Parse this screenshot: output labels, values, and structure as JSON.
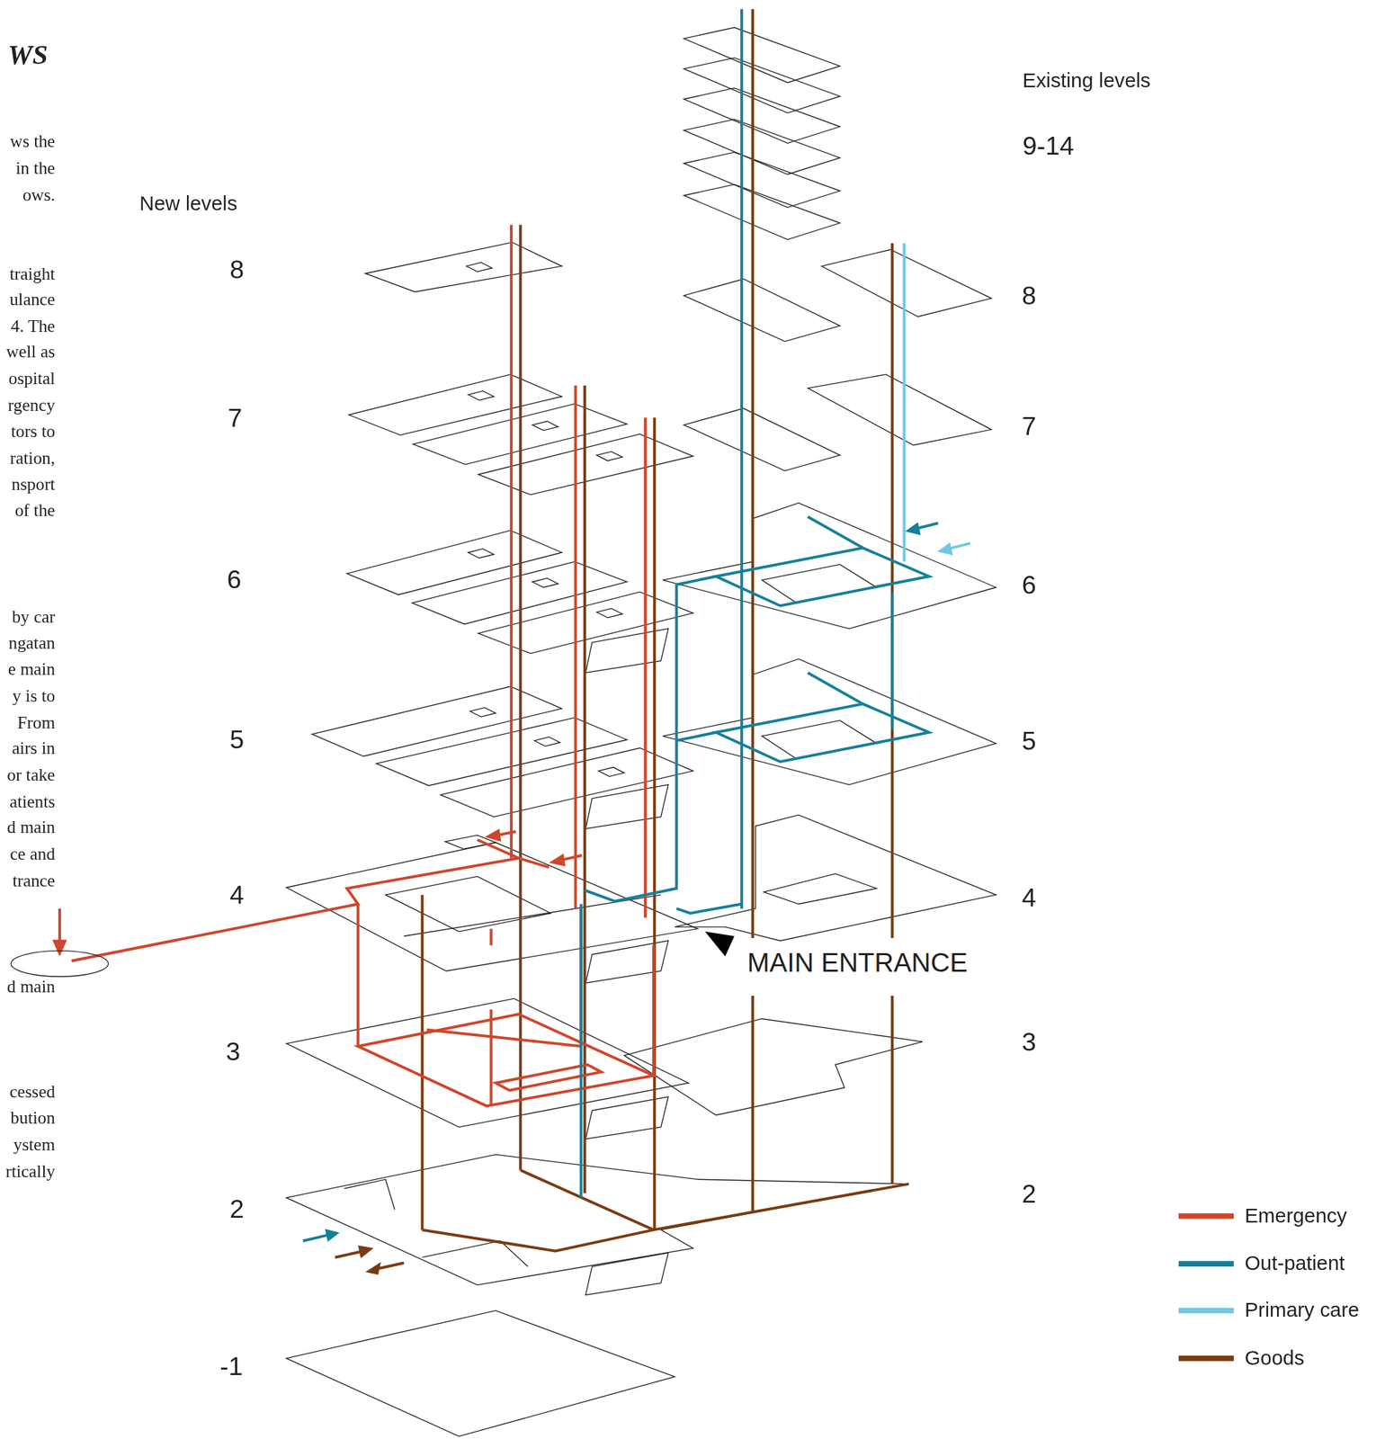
{
  "diagram": {
    "title": "WS",
    "labels": [
      "ws the",
      "in the",
      "ows.",
      "traight",
      "ulance",
      "4. The",
      "well as",
      "ospital",
      "rgency",
      "tors to",
      "ration,",
      "nsport",
      "of the",
      "by car",
      "ngatan",
      "e main",
      "y is to",
      "From",
      "airs in",
      "or take",
      "atients",
      "d main",
      "ce and",
      "trance",
      "d main",
      "cessed",
      "bution",
      "ystem",
      "rtically",
      "New levels",
      "8",
      "7",
      "6",
      "5",
      "4",
      "3",
      "2",
      "-1",
      "Existing levels",
      "9-14",
      "8",
      "7",
      "6",
      "5",
      "4",
      "3",
      "2",
      "MAIN ENTRANCE"
    ],
    "legend": [
      {
        "text": "Emergency",
        "color": "#d0452b"
      },
      {
        "text": "Out-patient",
        "color": "#16809a"
      },
      {
        "text": "Primary care",
        "color": "#72c7e0"
      },
      {
        "text": "Goods",
        "color": "#7b3b10"
      }
    ]
  }
}
